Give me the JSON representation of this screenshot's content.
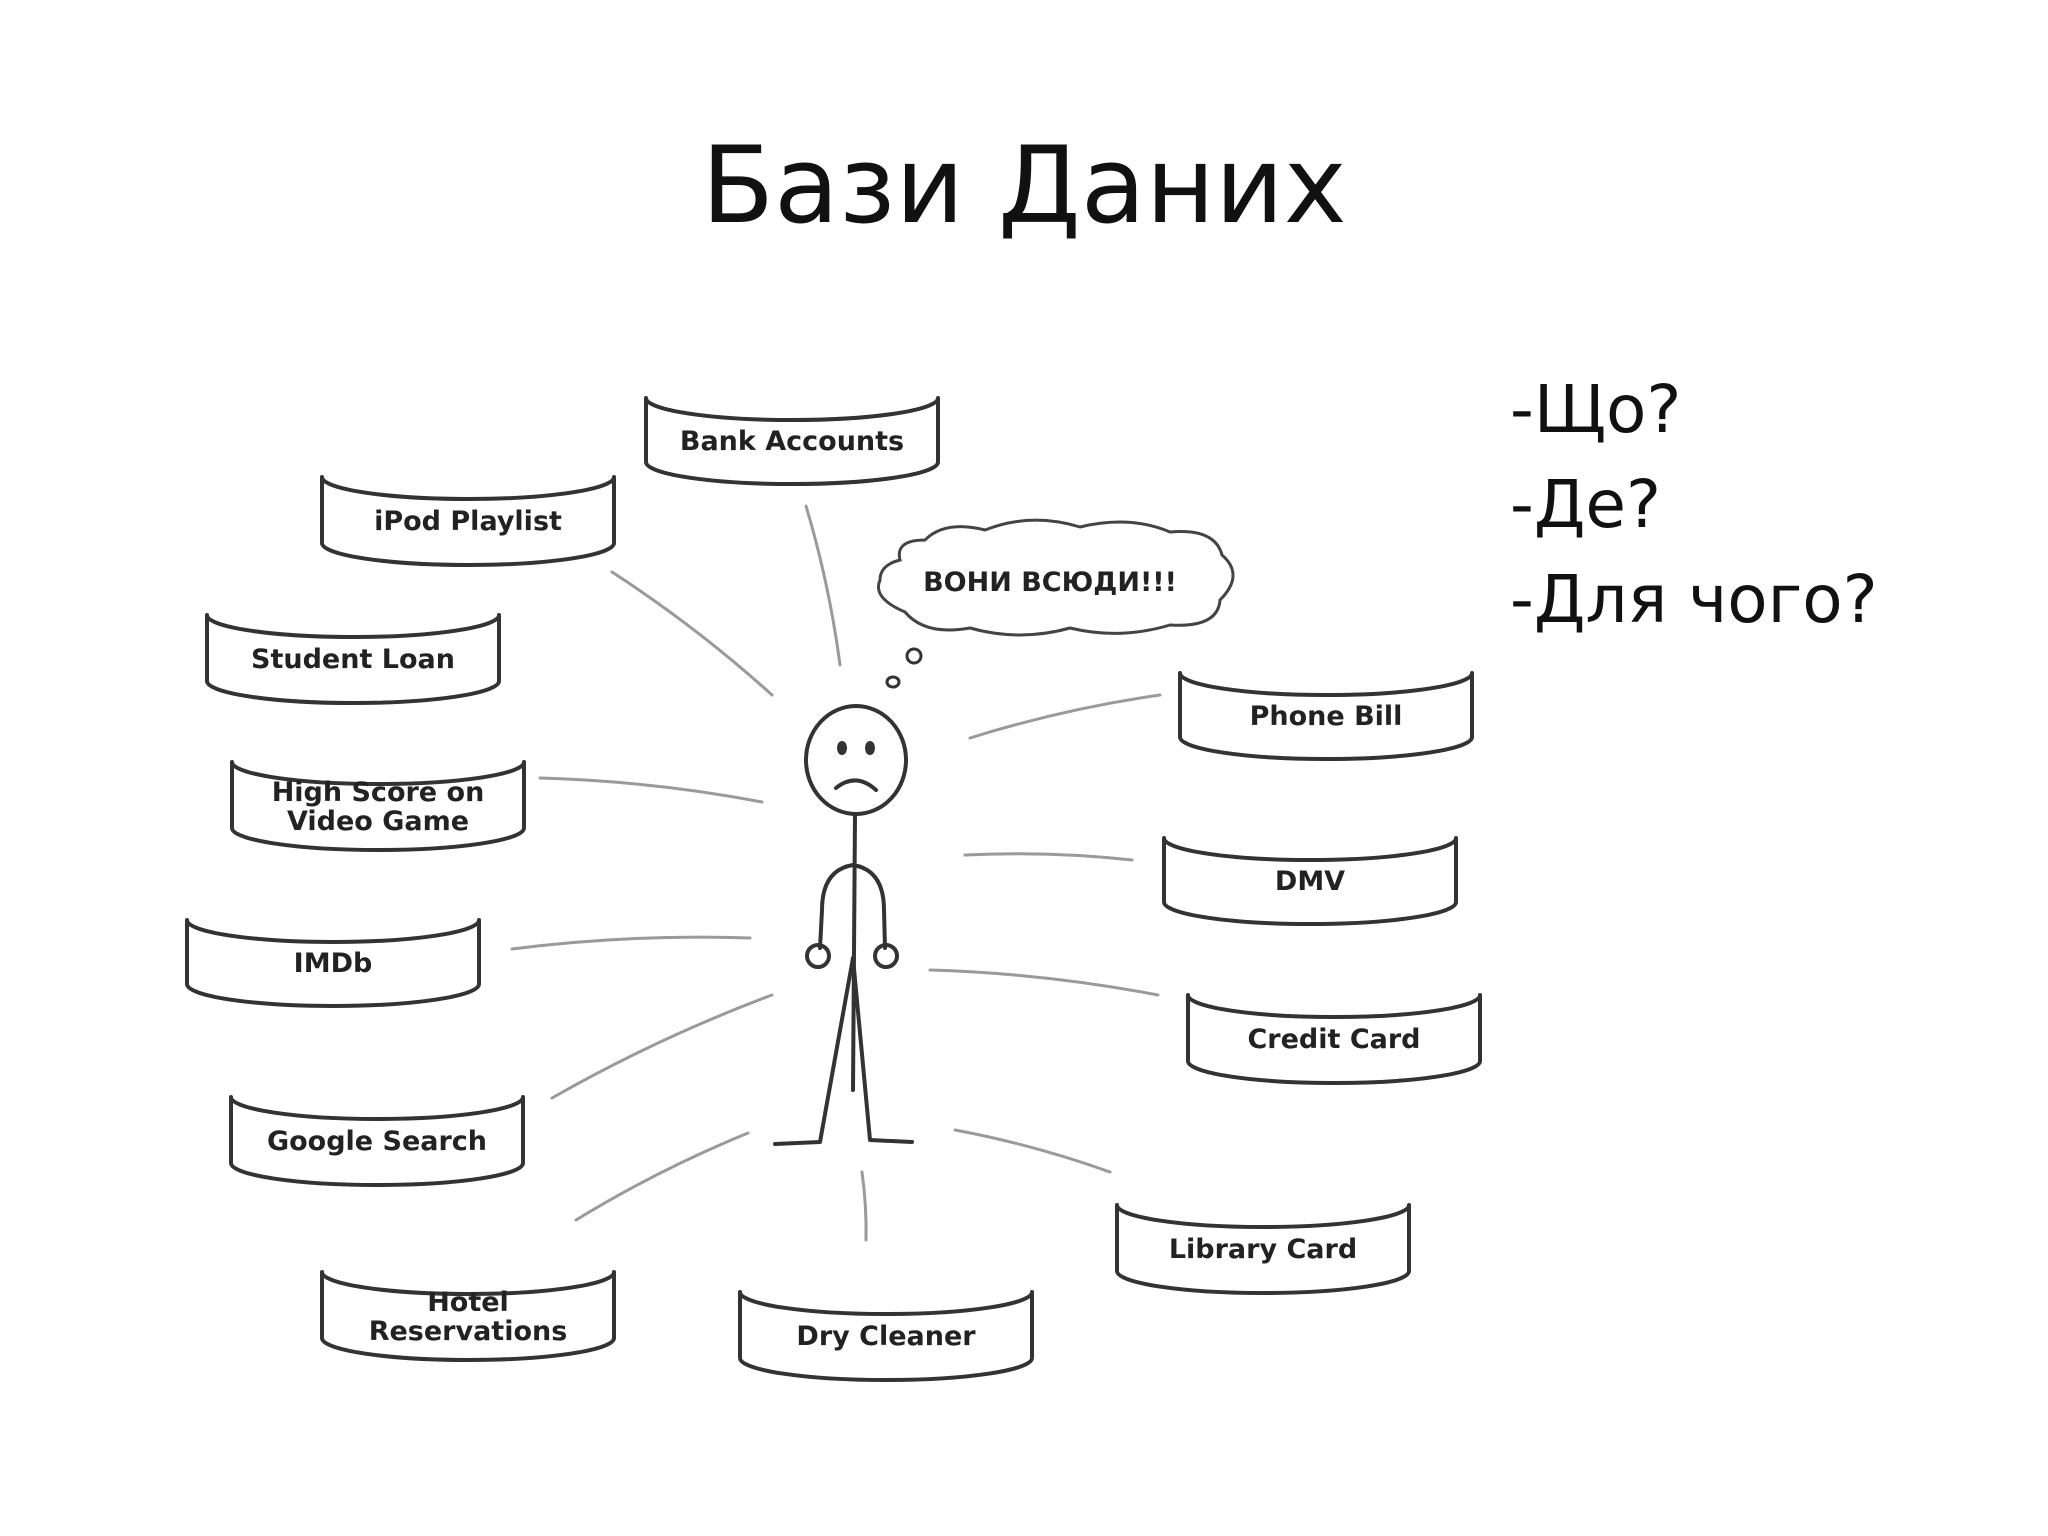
{
  "slide": {
    "title": "Бази Даних",
    "questions": [
      "-Що?",
      "-Де?",
      "-Для чого?"
    ]
  },
  "diagram": {
    "thought_bubble": "ВОНИ ВСЮДИ!!!",
    "databases": [
      {
        "id": "bank-accounts",
        "lines": [
          "Bank Accounts"
        ]
      },
      {
        "id": "ipod-playlist",
        "lines": [
          "iPod Playlist"
        ]
      },
      {
        "id": "student-loan",
        "lines": [
          "Student Loan"
        ]
      },
      {
        "id": "high-score",
        "lines": [
          "High Score on",
          "Video Game"
        ]
      },
      {
        "id": "imdb",
        "lines": [
          "IMDb"
        ]
      },
      {
        "id": "google-search",
        "lines": [
          "Google Search"
        ]
      },
      {
        "id": "hotel-reservations",
        "lines": [
          "Hotel",
          "Reservations"
        ]
      },
      {
        "id": "dry-cleaner",
        "lines": [
          "Dry Cleaner"
        ]
      },
      {
        "id": "library-card",
        "lines": [
          "Library Card"
        ]
      },
      {
        "id": "credit-card",
        "lines": [
          "Credit Card"
        ]
      },
      {
        "id": "dmv",
        "lines": [
          "DMV"
        ]
      },
      {
        "id": "phone-bill",
        "lines": [
          "Phone Bill"
        ]
      }
    ],
    "colors": {
      "stroke": "#333333",
      "connector": "#9a9a9a",
      "fill": "#ffffff"
    }
  }
}
